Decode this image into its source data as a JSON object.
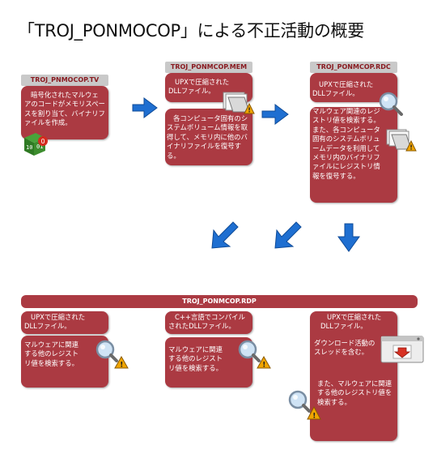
{
  "title": "「TROJ_PONMOCOP」による不正活動の概要",
  "top_row": {
    "tv": {
      "header": "TROJ_PNMOCOP.TV",
      "text": "暗号化されたマルウェアのコードがメモリスペースを割り当て、バイナリファイルを作成。"
    },
    "mem": {
      "header": "TROJ_PONMCOP.MEM",
      "upx": "UPXで圧縮されたDLLファイル。",
      "text": "各コンピュータ固有のシステムボリューム情報を取得して、メモリ内に他のバイナリファイルを復号する。"
    },
    "rdc": {
      "header": "TROJ_PONMCOP.RDC",
      "upx": "UPXで圧縮されたDLLファイル。",
      "text": "マルウェア関連のレジストリ値を検索する。また、各コンピュータ固有のシステムボリュームデータを利用してメモリ内のバイナリファイルにレジストリ情報を復号する。"
    }
  },
  "bottom_row": {
    "header": "TROJ_PONMCOP.RDP",
    "col1": {
      "upx": "UPXで圧縮されたDLLファイル。",
      "text": "マルウェアに関連する他のレジストリ値を検索する。"
    },
    "col2": {
      "upx": "C++言語でコンパイルされたDLLファイル。",
      "text": "マルウェアに関連する他のレジストリ値を検索する。"
    },
    "col3": {
      "upx": "UPXで圧縮されたDLLファイル。",
      "text1": "ダウンロード活動のスレッドを含む。",
      "text2": "また、マルウェアに関連する他のレジストリ値を検索する。"
    }
  },
  "colors": {
    "box": "#ab3a42",
    "header_bg": "#c9c9c9",
    "header_text": "#8a1c22",
    "arrow": "#1f6fd1"
  },
  "icons": [
    "binary-cube-icon",
    "folder-warning-icon",
    "magnifier-warning-icon",
    "download-window-icon",
    "blue-arrow-icon"
  ]
}
